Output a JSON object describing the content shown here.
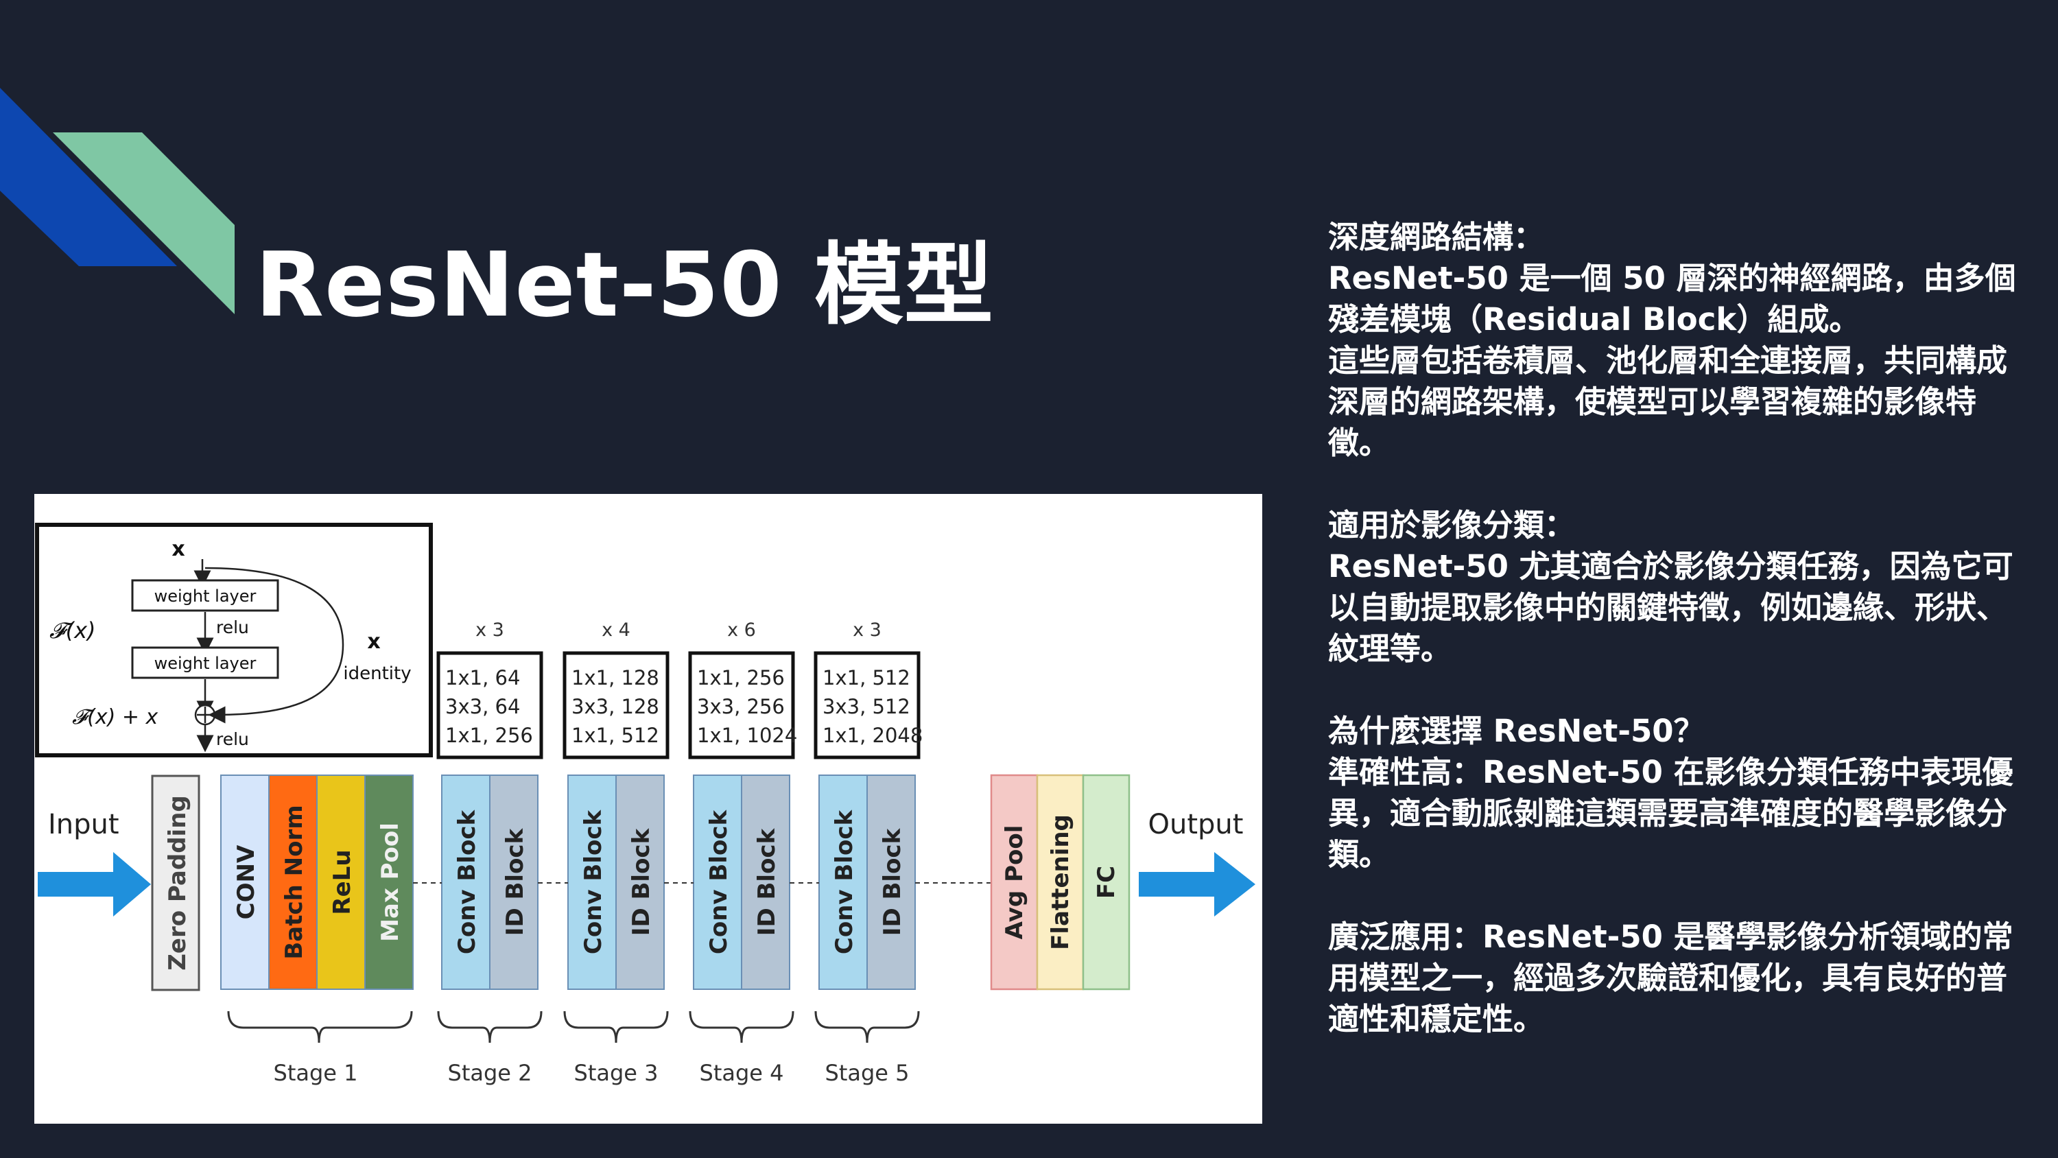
{
  "slide": {
    "title": "ResNet-50 模型",
    "accent_colors": {
      "dark_blue": "#0d47b0",
      "green": "#7fc7a4",
      "background": "#1b2130"
    }
  },
  "panel": [
    {
      "heading": "深度網路結構：",
      "body": "ResNet-50 是一個 50 層深的神經網路，由多個殘差模塊（Residual Block）組成。\n這些層包括卷積層、池化層和全連接層，共同構成深層的網路架構，使模型可以學習複雜的影像特徵。"
    },
    {
      "heading": "適用於影像分類：",
      "body": "ResNet-50 尤其適合於影像分類任務，因為它可以自動提取影像中的關鍵特徵，例如邊緣、形狀、紋理等。"
    },
    {
      "heading": "為什麼選擇 ResNet-50？",
      "body": "準確性高：ResNet-50 在影像分類任務中表現優異，適合動脈剝離這類需要高準確度的醫學影像分類。"
    },
    {
      "heading": "",
      "body": "廣泛應用：ResNet-50 是醫學影像分析領域的常用模型之一，經過多次驗證和優化，具有良好的普適性和穩定性。"
    }
  ],
  "diagram": {
    "residual": {
      "x_label": "x",
      "fx_label": "𝓕(x)",
      "layer1": "weight layer",
      "relu1": "relu",
      "layer2": "weight layer",
      "identity_x": "x",
      "identity_label": "identity",
      "sum_label": "𝓕(x) + x",
      "relu2": "relu"
    },
    "input_label": "Input",
    "output_label": "Output",
    "zero_padding": "Zero Padding",
    "stage1_blocks": [
      {
        "label": "CONV",
        "color": "#d6e6fb"
      },
      {
        "label": "Batch Norm",
        "color": "#ff6a13"
      },
      {
        "label": "ReLu",
        "color": "#e9c51a"
      },
      {
        "label": "Max Pool",
        "color": "#5f8a5c"
      }
    ],
    "stages": [
      {
        "repeat": "x 3",
        "filters": [
          "1x1, 64",
          "3x3, 64",
          "1x1, 256"
        ],
        "conv": "Conv Block",
        "id": "ID Block",
        "label": "Stage 2"
      },
      {
        "repeat": "x 4",
        "filters": [
          "1x1, 128",
          "3x3, 128",
          "1x1, 512"
        ],
        "conv": "Conv Block",
        "id": "ID Block",
        "label": "Stage 3"
      },
      {
        "repeat": "x 6",
        "filters": [
          "1x1, 256",
          "3x3, 256",
          "1x1, 1024"
        ],
        "conv": "Conv Block",
        "id": "ID Block",
        "label": "Stage 4"
      },
      {
        "repeat": "x 3",
        "filters": [
          "1x1, 512",
          "3x3, 512",
          "1x1, 2048"
        ],
        "conv": "Conv Block",
        "id": "ID Block",
        "label": "Stage 5"
      }
    ],
    "stage1_label": "Stage 1",
    "head_blocks": [
      {
        "label": "Avg Pool",
        "color": "#f4c9c6"
      },
      {
        "label": "Flattening",
        "color": "#fbeec4"
      },
      {
        "label": "FC",
        "color": "#d4eccc"
      }
    ],
    "colors": {
      "conv_block": "#a9d8ee",
      "id_block": "#b4c4d4",
      "arrow": "#1f90dc"
    }
  }
}
